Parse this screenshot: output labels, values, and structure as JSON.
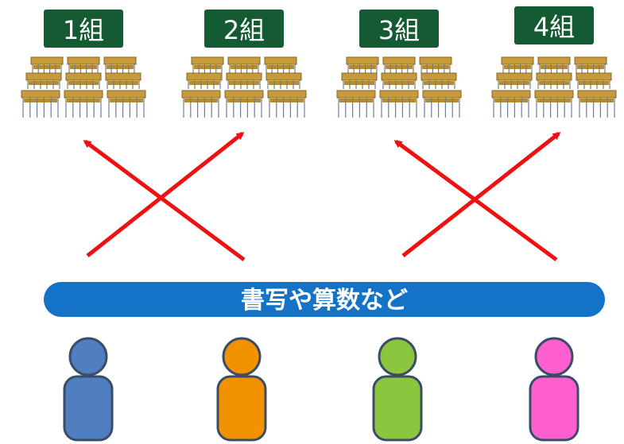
{
  "classes": [
    {
      "label": "1組"
    },
    {
      "label": "2組"
    },
    {
      "label": "3組"
    },
    {
      "label": "4組"
    }
  ],
  "banner": {
    "text": "書写や算数など",
    "color": "#1473c6"
  },
  "colors": {
    "blackboard": "#145a32",
    "desk": "#c79a3b",
    "desk_dark": "#8a6422",
    "arrow": "#ee1111"
  },
  "students": [
    {
      "color": "#4f7fc0"
    },
    {
      "color": "#f39200"
    },
    {
      "color": "#8cc63e"
    },
    {
      "color": "#ff5fcf"
    }
  ]
}
